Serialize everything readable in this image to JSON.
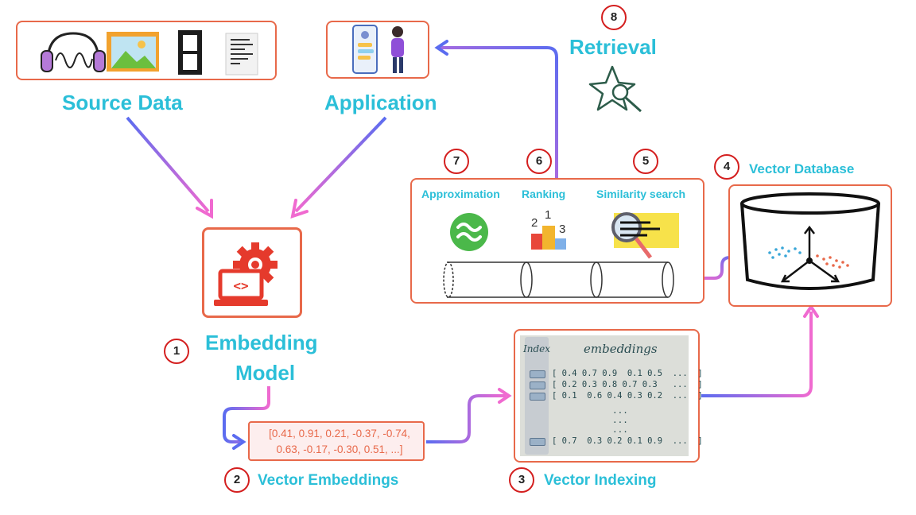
{
  "titles": {
    "source_data": "Source Data",
    "application": "Application",
    "retrieval": "Retrieval",
    "embedding_model_line1": "Embedding",
    "embedding_model_line2": "Model",
    "vector_database": "Vector Database",
    "vector_embeddings": "Vector Embeddings",
    "vector_indexing": "Vector Indexing"
  },
  "steps": {
    "s1": "1",
    "s2": "2",
    "s3": "3",
    "s4": "4",
    "s5": "5",
    "s6": "6",
    "s7": "7",
    "s8": "8"
  },
  "search_panel": {
    "approximation": "Approximation",
    "ranking": "Ranking",
    "similarity_search": "Similarity search",
    "podium_1": "1",
    "podium_2": "2",
    "podium_3": "3"
  },
  "vector_text": {
    "line1": "[0.41, 0.91, 0.21, -0.37, -0.74,",
    "line2": "0.63, -0.17, -0.30, 0.51, ...]"
  },
  "index_table": {
    "index_header": "Index",
    "embeddings_header": "embeddings",
    "rows": [
      "[ 0.4 0.7 0.9  0.1 0.5  ...  ]",
      "[ 0.2 0.3 0.8 0.7 0.3   ...  ]",
      "[ 0.1  0.6 0.4 0.3 0.2  ...  ]",
      "[ 0.7  0.3 0.2 0.1 0.9  ...  ]"
    ],
    "ellipsis": "..."
  },
  "icons": [
    "headphones-icon",
    "image-icon",
    "film-icon",
    "document-icon",
    "app-user-icon",
    "star-search-icon",
    "gear-laptop-icon",
    "approximation-icon",
    "podium-icon",
    "magnifier-icon",
    "cylinder-icon"
  ],
  "colors": {
    "accent_cyan": "#2bbfd8",
    "box_border": "#e8694a",
    "step_ring": "#d41f1f",
    "arrow_blue": "#5b6cf0",
    "arrow_pink": "#f06ad0"
  }
}
